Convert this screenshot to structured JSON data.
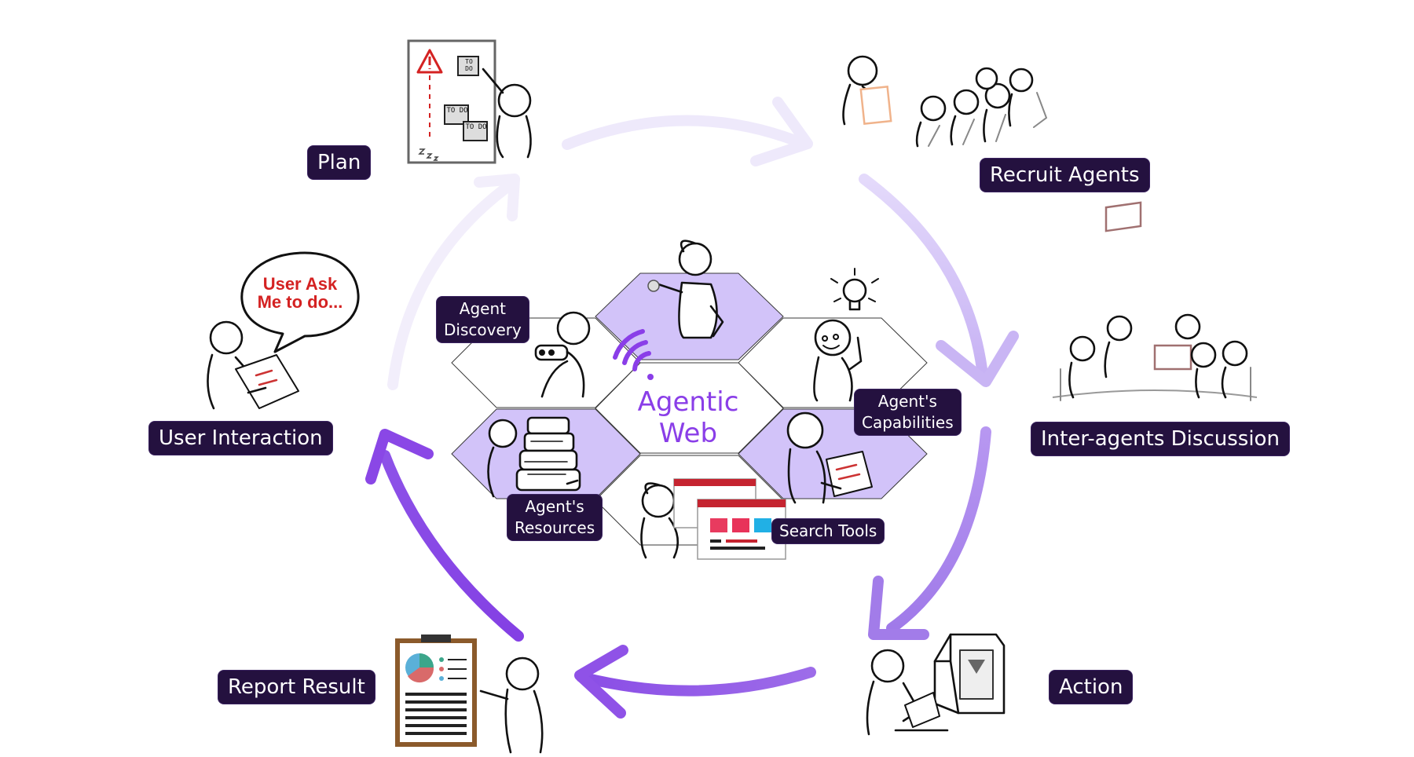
{
  "center": {
    "title_line1": "Agentic",
    "title_line2": "Web"
  },
  "cycle": {
    "plan": "Plan",
    "recruit_agents": "Recruit Agents",
    "inter_agents_discussion": "Inter-agents Discussion",
    "action": "Action",
    "report_result": "Report Result",
    "user_interaction": "User Interaction"
  },
  "hex_labels": {
    "agent_discovery_line1": "Agent",
    "agent_discovery_line2": "Discovery",
    "agents_capabilities_line1": "Agent's",
    "agents_capabilities_line2": "Capabilities",
    "agents_resources_line1": "Agent's",
    "agents_resources_line2": "Resources",
    "search_tools": "Search Tools"
  },
  "speech_bubble": {
    "line1": "User Ask",
    "line2": "Me to do..."
  },
  "sticky_notes": {
    "note": "TO DO"
  },
  "colors": {
    "label_bg": "#24113f",
    "accent_purple": "#8a3ee8",
    "hex_fill": "#d2c3f9",
    "arrow_light": "#ece7fb",
    "arrow_dark": "#8f4ee8",
    "alert_red": "#d42222"
  }
}
